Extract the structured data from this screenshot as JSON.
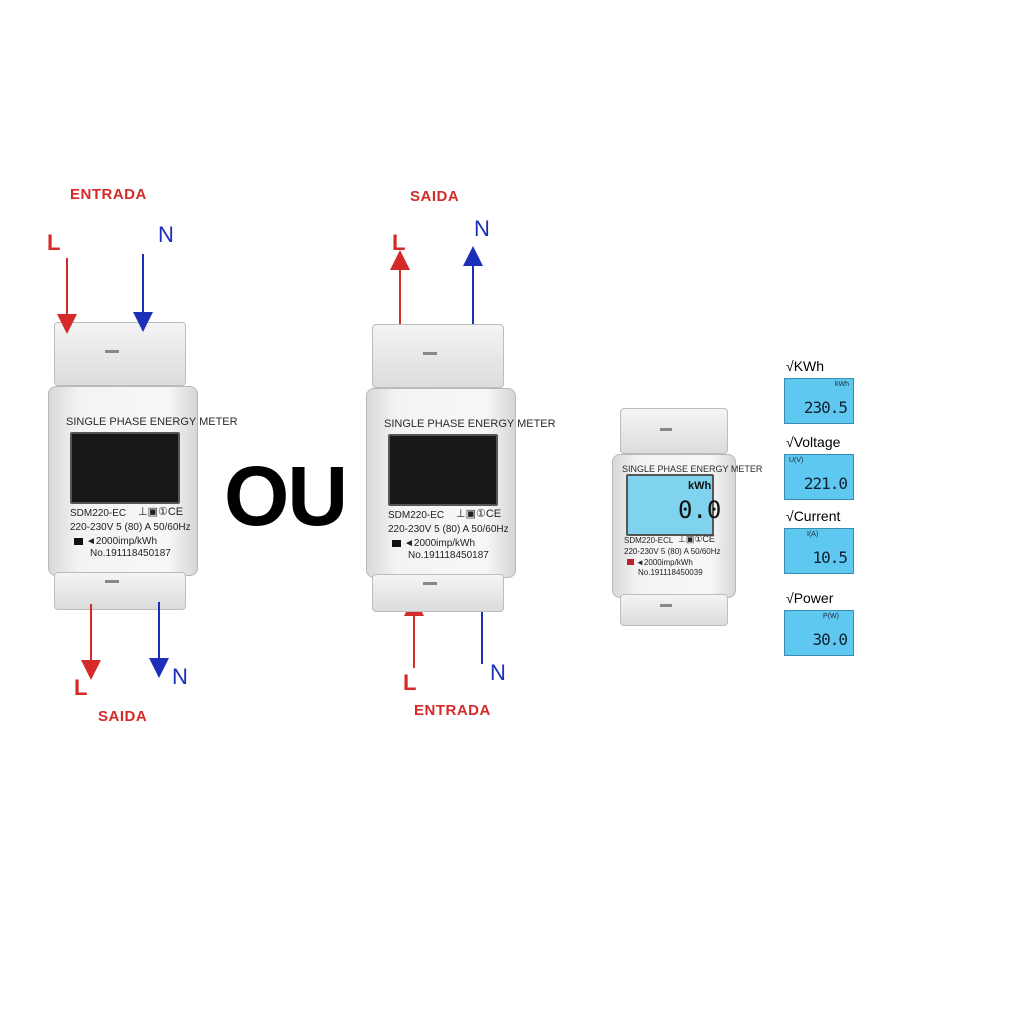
{
  "left_diagram": {
    "top_label": "ENTRADA",
    "top_l": "L",
    "top_n": "N",
    "bottom_label": "SAIDA",
    "bottom_l": "L",
    "bottom_n": "N"
  },
  "or_word": "OU",
  "right_diagram": {
    "top_label": "SAIDA",
    "top_l": "L",
    "top_n": "N",
    "bottom_label": "ENTRADA",
    "bottom_l": "L",
    "bottom_n": "N"
  },
  "meter_large": {
    "title": "SINGLE PHASE ENERGY METER",
    "model": "SDM220-EC",
    "rating": "220-230V 5 (80) A 50/60Hz",
    "impulse": "◄2000imp/kWh",
    "serial": "No.191118450187"
  },
  "meter_small": {
    "title": "SINGLE PHASE ENERGY METER",
    "unit": "kWh",
    "reading": "0.0",
    "model": "SDM220-ECL",
    "rating": "220-230V 5 (80) A 50/60Hz",
    "impulse": "◄2000imp/kWh",
    "serial": "No.191118450039"
  },
  "readings": [
    {
      "title": "KWh",
      "unit": "kWh",
      "value": "230.5"
    },
    {
      "title": "Voltage",
      "unit": "U(V)",
      "value": "221.0"
    },
    {
      "title": "Current",
      "unit": "I(A)",
      "value": "10.5"
    },
    {
      "title": "Power",
      "unit": "P(W)",
      "value": "30.0"
    }
  ],
  "check_glyph": "√",
  "colors": {
    "line_red": "#d42a2a",
    "neutral_blue": "#1c2fb8",
    "lcd_blue": "#5fc8f0"
  }
}
